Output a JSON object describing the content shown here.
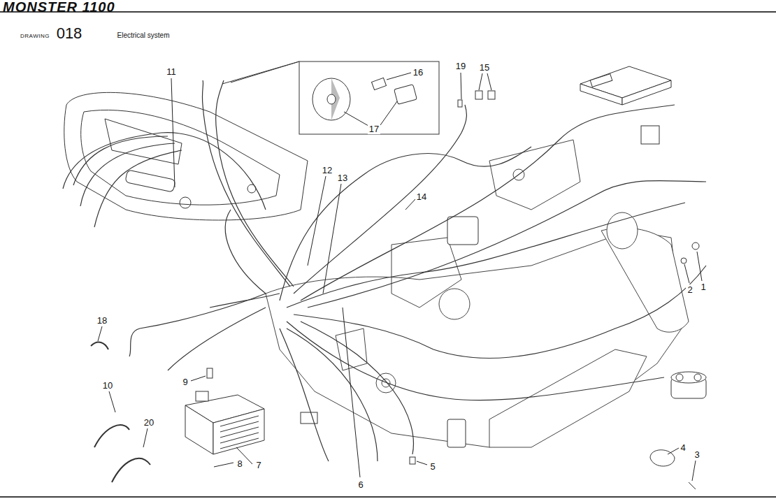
{
  "diagram": {
    "title": "MONSTER 1100",
    "labels": [
      "DRAWING",
      "018",
      "Electrical system",
      "11",
      "19",
      "15",
      "16",
      "17",
      "12",
      "13",
      "14",
      "1",
      "2",
      "18",
      "10",
      "9",
      "20",
      "7",
      "8",
      "4",
      "3",
      "5",
      "6"
    ]
  }
}
